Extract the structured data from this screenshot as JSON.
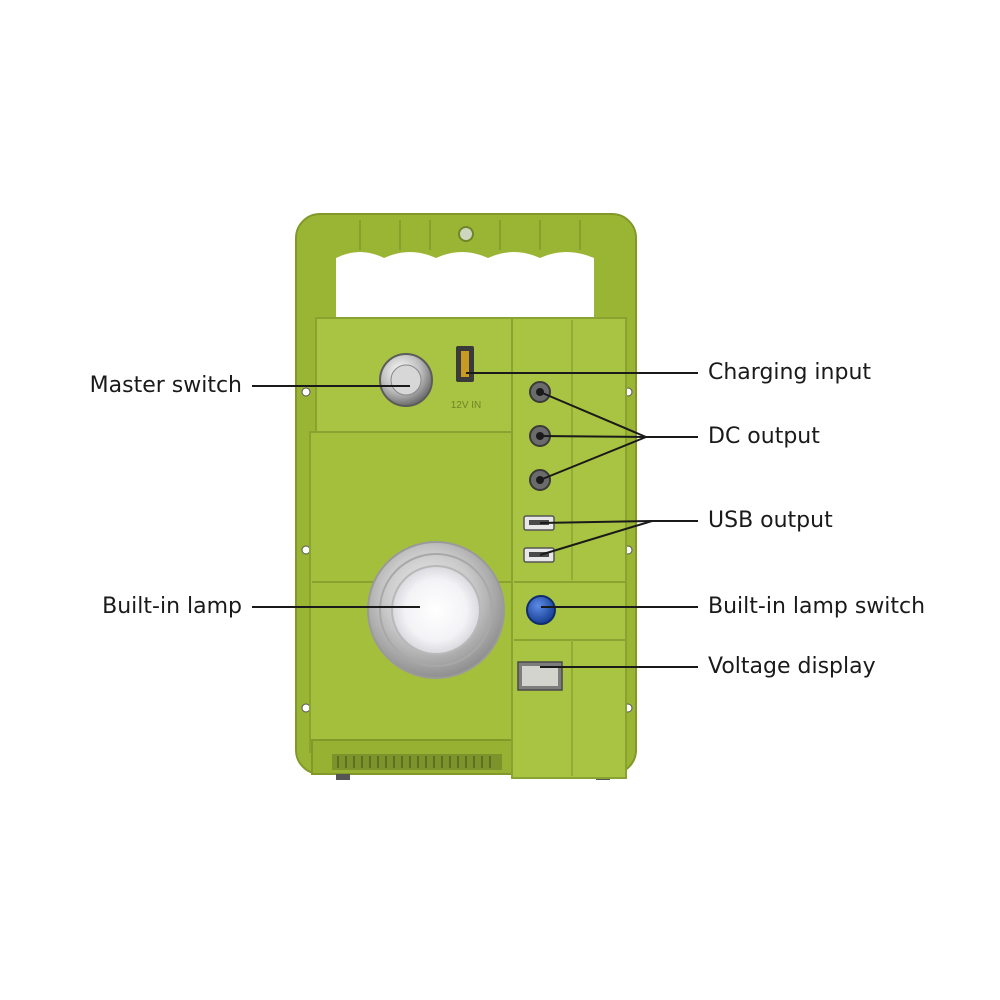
{
  "device": {
    "body_color": "#a4bf3c",
    "handle_color": "#9ab534",
    "panel_color": "#a9c342",
    "dark_line_color": "#6f8626",
    "lamp_switch_color": "#1f4fb0",
    "port_label": "12V IN"
  },
  "labels": {
    "master_switch": "Master switch",
    "built_in_lamp": "Built-in lamp",
    "charging_input": "Charging input",
    "dc_output": "DC output",
    "usb_output": "USB output",
    "built_in_lamp_switch": "Built-in lamp switch",
    "voltage_display": "Voltage display"
  }
}
